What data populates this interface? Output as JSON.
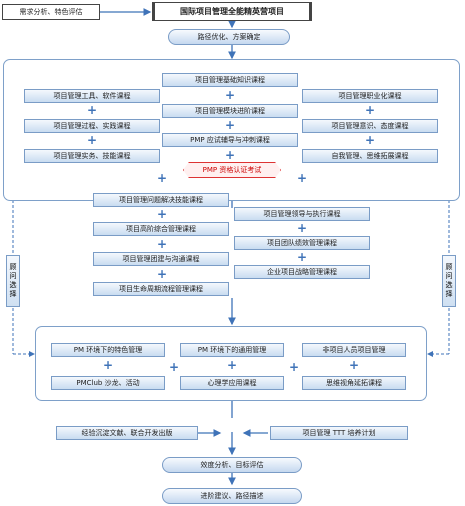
{
  "top": {
    "left_label": "需求分析、特色评估",
    "title": "国际项目管理全能精英营项目",
    "step2": "路径优化、方案确定"
  },
  "group1": {
    "left": [
      "项目管理工具、软件课程",
      "项目管理过程、实践课程",
      "项目管理实务、技能课程"
    ],
    "center": [
      "项目管理基础知识课程",
      "项目管理模块进阶课程",
      "PMP 应试辅导与冲刺课程"
    ],
    "right": [
      "项目管理职业化课程",
      "项目管理意识、态度课程",
      "自我管理、思维拓展课程"
    ],
    "pmp": "PMP 资格认证考试"
  },
  "group2": {
    "left": [
      "项目管理问题解决技能课程",
      "项目高阶综合管理课程",
      "项目管理团建与沟通课程",
      "项目生命周期流程管理课程"
    ],
    "right": [
      "项目管理领导与执行课程",
      "项目团队绩效管理课程",
      "企业项目战略管理课程"
    ]
  },
  "side": {
    "left": "顾问选择",
    "right": "顾问选择"
  },
  "group3": {
    "row1": [
      "PM 环境下的特色管理",
      "PM 环境下的通用管理",
      "非项目人员项目管理"
    ],
    "row2": [
      "PMClub 沙龙、活动",
      "心理学应用课程",
      "思维视角延拓课程"
    ]
  },
  "bottom": {
    "left": "经验沉淀文献、联合开发出版",
    "right": "项目管理 TTT 培养计划",
    "step_eval": "效度分析、目标评估",
    "step_final": "进阶建议、路径描述"
  },
  "colors": {
    "accent": "#3f73b8",
    "border": "#7a9cc6",
    "pmp_border": "#dd3333"
  }
}
